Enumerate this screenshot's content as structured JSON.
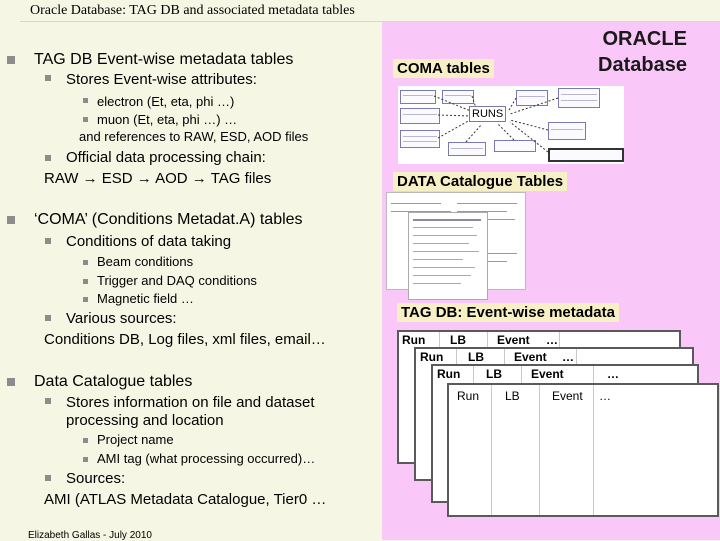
{
  "slide_title": "Oracle Database: TAG DB and associated metadata tables",
  "footer": "Elizabeth Gallas - July 2010",
  "left": {
    "s1_heading": "TAG DB Event-wise metadata tables",
    "s1_sub": "Stores Event-wise attributes:",
    "s1_b1": "electron (Et, eta, phi …)",
    "s1_b2": "muon (Et, eta, phi …) …",
    "s1_b2_cont": "and references to RAW, ESD, AOD files",
    "s1_sub2": "Official data processing chain:",
    "s1_sub2_cont": "RAW → ESD → AOD → TAG files",
    "s2_heading": "‘COMA’ (Conditions Metadat.A) tables",
    "s2_sub": "Conditions of data taking",
    "s2_b1": "Beam conditions",
    "s2_b2": "Trigger and DAQ conditions",
    "s2_b3": "Magnetic field …",
    "s2_sub2": "Various sources:",
    "s2_sub2_cont": "Conditions DB, Log files, xml files, email…",
    "s3_heading": "Data Catalogue tables",
    "s3_sub": "Stores information on file and dataset",
    "s3_sub_cont": "processing and location",
    "s3_b1": "Project name",
    "s3_b2": "AMI tag (what processing occurred)…",
    "s3_sub2": "Sources:",
    "s3_sub2_cont": "AMI (ATLAS Metadata Catalogue, Tier0 …"
  },
  "right": {
    "oracle_line1": "ORACLE",
    "oracle_line2": "Database",
    "coma_label": "COMA tables",
    "runs_label": "RUNS",
    "catalogue_label": "DATA Catalogue Tables",
    "tagdb_label": "TAG DB: Event-wise metadata",
    "sheet_headers": [
      {
        "run": "Run",
        "lb": "LB",
        "event": "Event",
        "more": "…"
      },
      {
        "run": "Run",
        "lb": "LB",
        "event": "Event",
        "more": "…"
      },
      {
        "run": "Run",
        "lb": "LB",
        "event": "Event",
        "more": "…"
      },
      {
        "run": "Run",
        "lb": "LB",
        "event": "Event",
        "more": "…"
      }
    ]
  },
  "colors": {
    "background": "#f6f6e4",
    "panel": "#f9c8f9",
    "label_box": "#f7f0c6",
    "bullet": "#8c8c8c"
  }
}
